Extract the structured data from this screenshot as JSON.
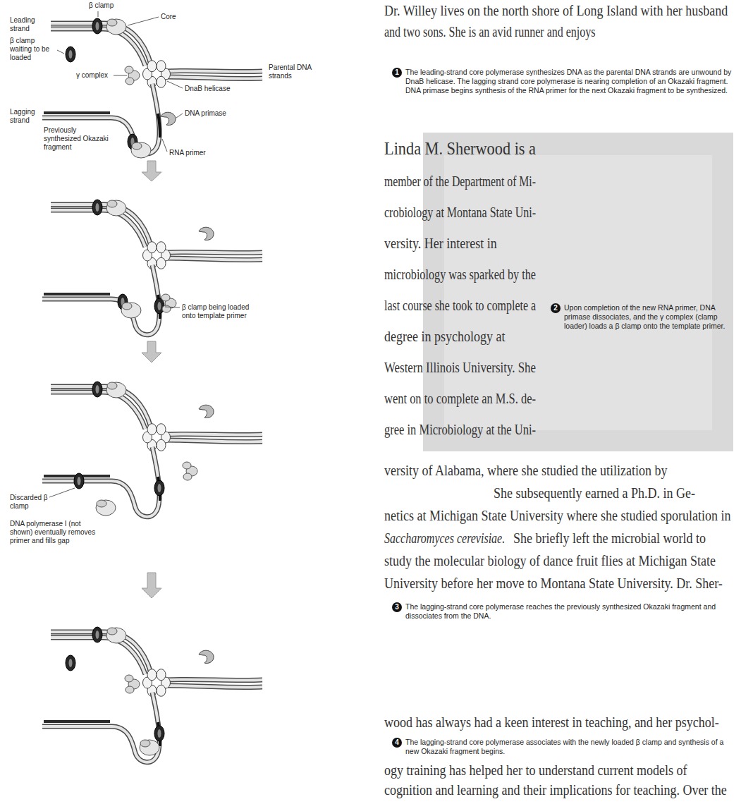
{
  "diagram": {
    "labels": [
      "Leading strand",
      "β clamp",
      "Core",
      "β clamp waiting to be loaded",
      "γ complex",
      "DnaB helicase",
      "Parental DNA strands",
      "Lagging strand",
      "Previously synthesized Okazaki fragment",
      "DNA primase",
      "RNA primer",
      "1",
      "The leading-strand core polymerase synthesizes DNA as the parental DNA strands are unwound by DnaB helicase. The lagging strand core polymerase is nearing completion of an Okazaki fragment. DNA primase begins synthesis of the RNA primer for the next Okazaki fragment to be synthesized.",
      "β clamp being loaded onto template primer",
      "2",
      "Upon completion of the new RNA primer, DNA primase dissociates, and the γ complex (clamp loader) loads a β clamp onto the template primer.",
      "Discarded β clamp",
      "DNA polymerase I (not shown) eventually removes primer and fills gap",
      "3",
      "The lagging-strand core polymerase reaches the previously synthesized Okazaki fragment and dissociates from the DNA.",
      "4",
      "The lagging-strand core polymerase associates with the newly loaded β clamp and synthesis of a new Okazaki fragment begins.",
      "Dr. Willey lives on the north shore of Long Island with her husband",
      "and two sons. She is an avid runner and enjoys",
      "Linda M. Sherwood is a",
      "member of the Department of Mi-",
      "crobiology at Montana State Uni-",
      "versity. Her interest in",
      "microbiology was sparked by the",
      "last course she took to complete a",
      "degree in psychology at",
      "Western Illinois University. She",
      "went on to complete an M.S. de-",
      "gree in Microbiology at the Uni-",
      "versity of Alabama, where she studied the utilization by",
      "She subsequently earned a Ph.D. in Ge-",
      "netics at Michigan State University where she studied sporulation in",
      "Saccharomyces cerevisiae.",
      "She briefly left the microbial world to",
      "study the molecular biology of dance fruit flies at Michigan State",
      "University before her move to Montana State University. Dr. Sher-",
      "wood has always had a keen interest in teaching, and her psychol-",
      "ogy training has helped her to understand current models of",
      "cognition and learning and their implications for teaching. Over the"
    ]
  }
}
